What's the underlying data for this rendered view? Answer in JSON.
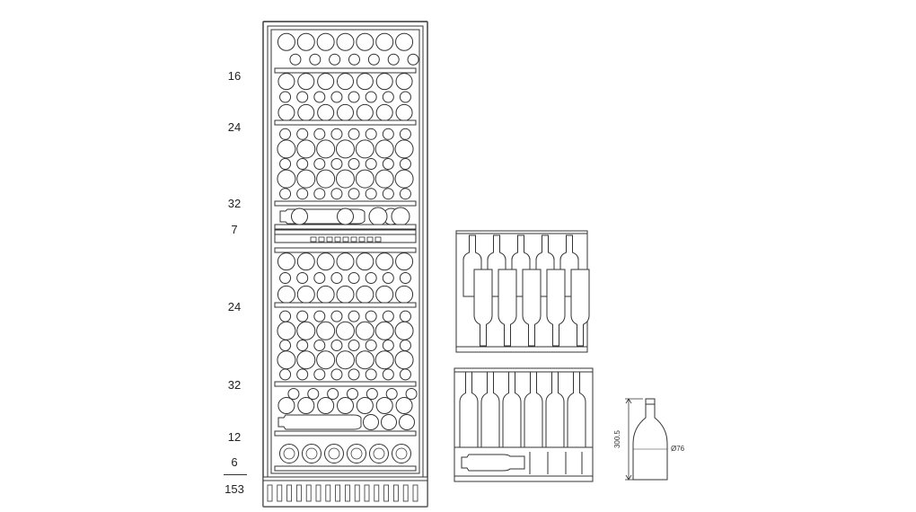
{
  "colors": {
    "line": "#333333",
    "fill": "#ffffff"
  },
  "shelf_counts": [
    "16",
    "24",
    "32",
    "7",
    "24",
    "32",
    "12",
    "6"
  ],
  "total": "153",
  "bottle_dims": {
    "height": "300.5",
    "diameter": "Ø76"
  }
}
